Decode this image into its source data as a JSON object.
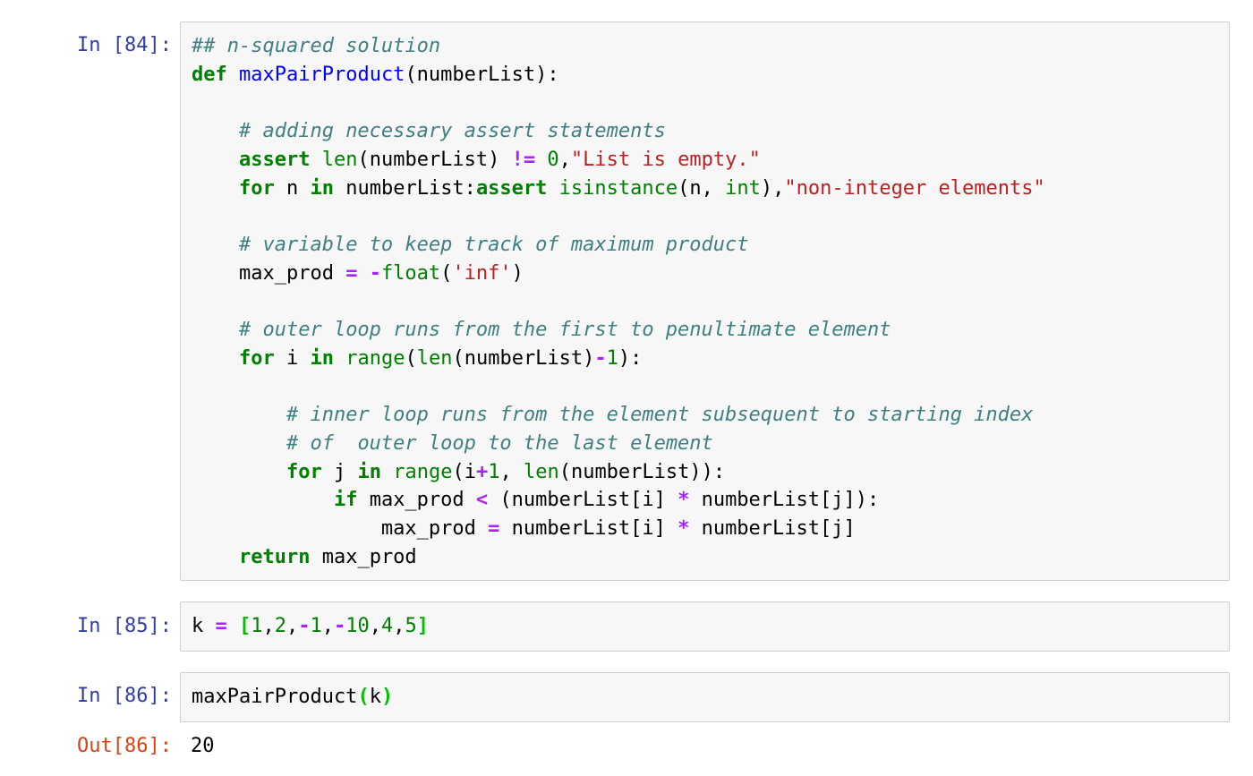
{
  "cells": [
    {
      "prompt": "In [84]:",
      "lines": [
        [
          [
            "cm",
            "## n-squared solution"
          ]
        ],
        [
          [
            "kw",
            "def"
          ],
          [
            "",
            " "
          ],
          [
            "fn",
            "maxPairProduct"
          ],
          [
            "",
            "(numberList):"
          ]
        ],
        [],
        [
          [
            "",
            "    "
          ],
          [
            "cm",
            "# adding necessary assert statements"
          ]
        ],
        [
          [
            "",
            "    "
          ],
          [
            "kw",
            "assert"
          ],
          [
            "",
            " "
          ],
          [
            "bi",
            "len"
          ],
          [
            "",
            "(numberList) "
          ],
          [
            "op",
            "!="
          ],
          [
            "",
            " "
          ],
          [
            "num",
            "0"
          ],
          [
            "",
            ","
          ],
          [
            "str",
            "\"List is empty.\""
          ]
        ],
        [
          [
            "",
            "    "
          ],
          [
            "kw",
            "for"
          ],
          [
            "",
            " n "
          ],
          [
            "kw",
            "in"
          ],
          [
            "",
            " numberList:"
          ],
          [
            "kw",
            "assert"
          ],
          [
            "",
            " "
          ],
          [
            "bi",
            "isinstance"
          ],
          [
            "",
            "(n, "
          ],
          [
            "bi",
            "int"
          ],
          [
            "",
            "),"
          ],
          [
            "str",
            "\"non-integer elements\""
          ]
        ],
        [],
        [
          [
            "",
            "    "
          ],
          [
            "cm",
            "# variable to keep track of maximum product"
          ]
        ],
        [
          [
            "",
            "    max_prod "
          ],
          [
            "op",
            "="
          ],
          [
            "",
            " "
          ],
          [
            "op",
            "-"
          ],
          [
            "bi",
            "float"
          ],
          [
            "",
            "("
          ],
          [
            "str",
            "'inf'"
          ],
          [
            "",
            ")"
          ]
        ],
        [],
        [
          [
            "",
            "    "
          ],
          [
            "cm",
            "# outer loop runs from the first to penultimate element"
          ]
        ],
        [
          [
            "",
            "    "
          ],
          [
            "kw",
            "for"
          ],
          [
            "",
            " i "
          ],
          [
            "kw",
            "in"
          ],
          [
            "",
            " "
          ],
          [
            "bi",
            "range"
          ],
          [
            "",
            "("
          ],
          [
            "bi",
            "len"
          ],
          [
            "",
            "(numberList)"
          ],
          [
            "op",
            "-"
          ],
          [
            "num",
            "1"
          ],
          [
            "",
            "):"
          ]
        ],
        [],
        [
          [
            "",
            "        "
          ],
          [
            "cm",
            "# inner loop runs from the element subsequent to starting index"
          ]
        ],
        [
          [
            "",
            "        "
          ],
          [
            "cm",
            "# of  outer loop to the last element"
          ]
        ],
        [
          [
            "",
            "        "
          ],
          [
            "kw",
            "for"
          ],
          [
            "",
            " j "
          ],
          [
            "kw",
            "in"
          ],
          [
            "",
            " "
          ],
          [
            "bi",
            "range"
          ],
          [
            "",
            "(i"
          ],
          [
            "op",
            "+"
          ],
          [
            "num",
            "1"
          ],
          [
            "",
            ", "
          ],
          [
            "bi",
            "len"
          ],
          [
            "",
            "(numberList)):"
          ]
        ],
        [
          [
            "",
            "            "
          ],
          [
            "kw",
            "if"
          ],
          [
            "",
            " max_prod "
          ],
          [
            "op",
            "<"
          ],
          [
            "",
            " (numberList[i] "
          ],
          [
            "op",
            "*"
          ],
          [
            "",
            " numberList[j]):"
          ]
        ],
        [
          [
            "",
            "                max_prod "
          ],
          [
            "op",
            "="
          ],
          [
            "",
            " numberList[i] "
          ],
          [
            "op",
            "*"
          ],
          [
            "",
            " numberList[j]"
          ]
        ],
        [
          [
            "",
            "    "
          ],
          [
            "kw",
            "return"
          ],
          [
            "",
            " max_prod"
          ]
        ]
      ]
    },
    {
      "prompt": "In [85]:",
      "lines": [
        [
          [
            "",
            "k "
          ],
          [
            "op",
            "="
          ],
          [
            "",
            " "
          ],
          [
            "br",
            "["
          ],
          [
            "num",
            "1"
          ],
          [
            "",
            ","
          ],
          [
            "num",
            "2"
          ],
          [
            "",
            ","
          ],
          [
            "op",
            "-"
          ],
          [
            "num",
            "1"
          ],
          [
            "",
            ","
          ],
          [
            "op",
            "-"
          ],
          [
            "num",
            "10"
          ],
          [
            "",
            ","
          ],
          [
            "num",
            "4"
          ],
          [
            "",
            ","
          ],
          [
            "num",
            "5"
          ],
          [
            "br",
            "]"
          ]
        ]
      ]
    },
    {
      "prompt": "In [86]:",
      "lines": [
        [
          [
            "",
            "maxPairProduct"
          ],
          [
            "br",
            "("
          ],
          [
            "",
            "k"
          ],
          [
            "br",
            ")"
          ]
        ]
      ],
      "output_prompt": "Out[86]:",
      "output": "20"
    }
  ]
}
